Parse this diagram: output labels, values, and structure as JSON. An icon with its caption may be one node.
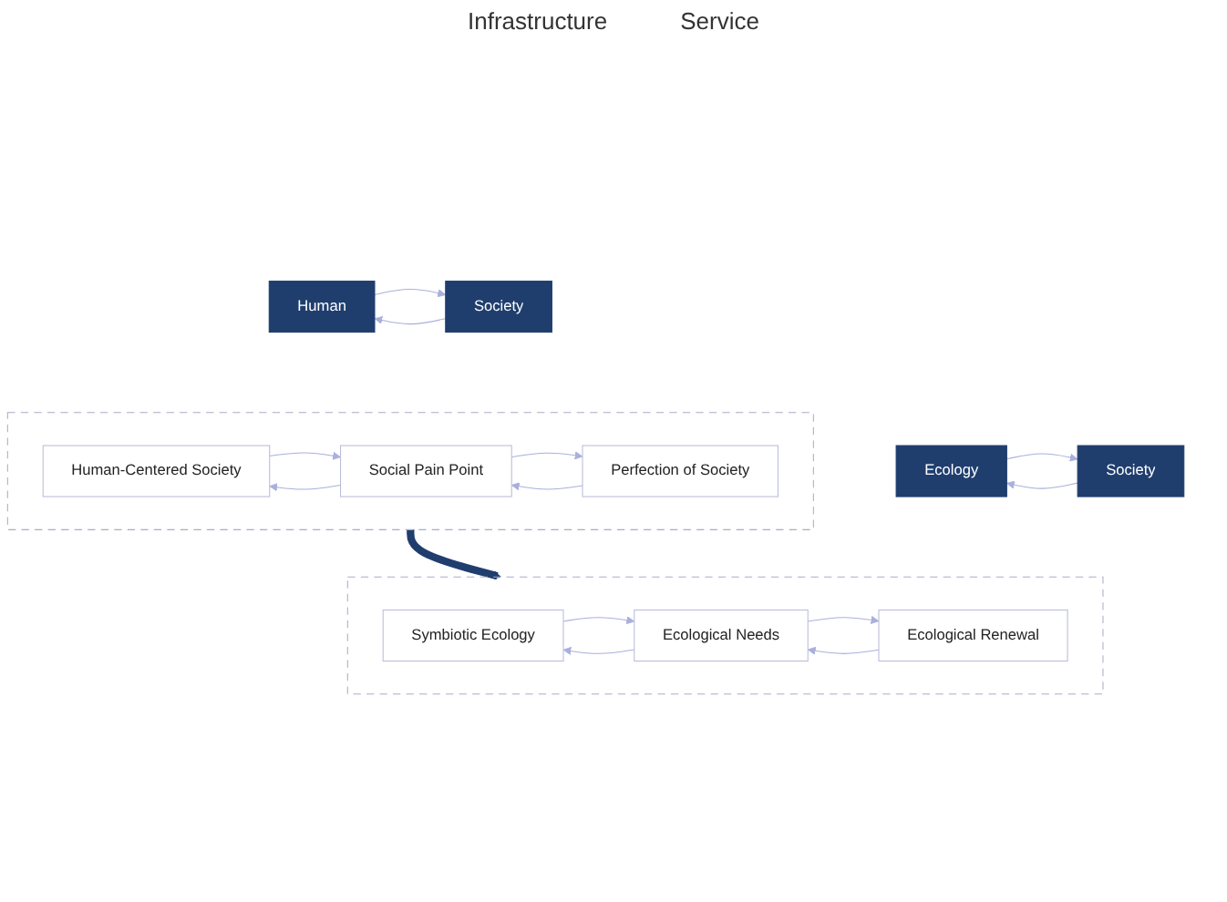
{
  "diagram": {
    "nodes": [
      {
        "text": [],
        "shape": "box"
      },
      {
        "text": [
          "Human"
        ]
      },
      {
        "text": [
          "Society"
        ]
      },
      {
        "text": [
          "Human-Centered Society"
        ],
        "in": 0
      },
      {
        "text": [
          "Social Pain Point"
        ],
        "in": 0
      },
      {
        "text": [
          "Perfection of Society"
        ],
        "in": 0
      },
      {
        "text": [],
        "shape": "box"
      },
      {
        "text": [
          "Ecology"
        ]
      },
      {
        "text": [
          "Society"
        ]
      },
      {
        "text": [
          "Symbiotic Ecology"
        ],
        "in": 6
      },
      {
        "text": [
          "Ecological Needs"
        ],
        "in": 6
      },
      {
        "text": [
          "Ecological Renewal"
        ],
        "in": 6
      }
    ],
    "edges": [
      {
        "from": 1,
        "to": 2,
        "arrow": "to"
      },
      {
        "from": 2,
        "to": 1,
        "arrow": "to"
      },
      {
        "from": 3,
        "to": 4,
        "arrow": "to"
      },
      {
        "from": 4,
        "to": 3,
        "arrow": "to"
      },
      {
        "from": 4,
        "to": 5,
        "arrow": "to"
      },
      {
        "from": 5,
        "to": 4,
        "arrow": "to"
      },
      {
        "from": 0,
        "to": 6,
        "arrow": "to",
        "style": "thick",
        "color": "#1f3e6e"
      },
      {
        "from": 7,
        "to": 8,
        "arrow": "to"
      },
      {
        "from": 8,
        "to": 7,
        "arrow": "to"
      },
      {
        "from": 9,
        "to": 10,
        "arrow": "to"
      },
      {
        "from": 10,
        "to": 9,
        "arrow": "to"
      },
      {
        "from": 10,
        "to": 11,
        "arrow": "to"
      },
      {
        "from": 11,
        "to": 10,
        "arrow": "to"
      }
    ],
    "labels": [
      "Infrastructure",
      "Service"
    ]
  }
}
